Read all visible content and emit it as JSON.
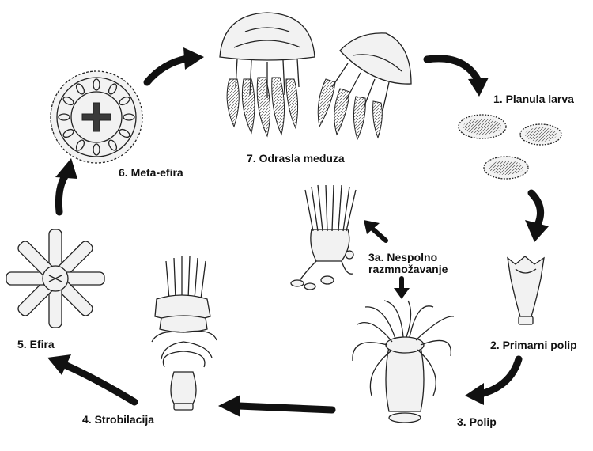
{
  "stages": {
    "planula": "1. Planula larva",
    "primary_polyp": "2. Primarni polip",
    "polyp": "3. Polip",
    "asexual_line1": "3a. Nespolno",
    "asexual_line2": "razmnožavanje",
    "strobilation": "4. Strobilacija",
    "ephyra": "5. Efira",
    "metaephyra": "6. Meta-efira",
    "adult_medusa": "7. Odrasla meduza"
  },
  "colors": {
    "ink": "#111111",
    "arrow": "#111111",
    "background": "#ffffff"
  }
}
